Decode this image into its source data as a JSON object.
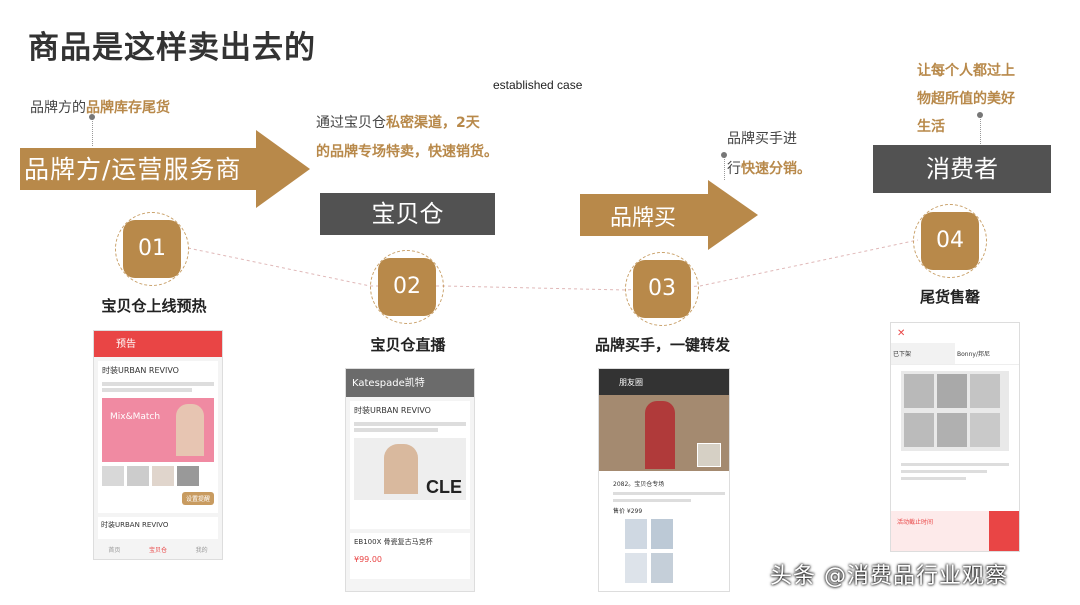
{
  "title": "商品是这样卖出去的",
  "subtitle": "established case",
  "flow": {
    "brand": {
      "note_pre": "品牌方的",
      "note_hl": "品牌库存尾货",
      "arrow_label": "品牌方/运营服务商"
    },
    "warehouse": {
      "note1_pre": "通过宝贝仓",
      "note1_hl": "私密渠道，2天",
      "note2_hl": "的品牌专场特卖，快速销货。",
      "box_label": "宝贝仓"
    },
    "buyer": {
      "note1": "品牌买手进",
      "note2_pre": "行",
      "note2_hl": "快速分销。",
      "arrow_label": "品牌买"
    },
    "consumer": {
      "note1": "让每个人都过上",
      "note2": "物超所值的美好",
      "note3": "生活",
      "box_label": "消费者"
    }
  },
  "steps": [
    {
      "num": "01",
      "label": "宝贝仓上线预热"
    },
    {
      "num": "02",
      "label": "宝贝仓直播"
    },
    {
      "num": "03",
      "label": "品牌买手，一键转发"
    },
    {
      "num": "04",
      "label": "尾货售罄"
    }
  ],
  "phones": {
    "p1": {
      "tab": "预告",
      "brand": "时装URBAN REVIVO",
      "banner": "Mix&Match",
      "btn": "设置提醒",
      "brand2": "时装URBAN REVIVO",
      "nav": [
        "首页",
        "宝贝仓",
        "我的"
      ]
    },
    "p2": {
      "header": "Katespade凯特",
      "brand": "时装URBAN REVIVO",
      "big": "CLE",
      "price": "¥99.00",
      "item": "EB100X 骨瓷复古马克杯"
    },
    "p3": {
      "header": "朋友圈",
      "line1": "2082。宝贝仓专场",
      "price": "售价 ¥299"
    },
    "p4": {
      "tab1": "已下架",
      "tab2": "Bonny/邦尼",
      "footer": "活动截止时间"
    }
  },
  "watermark": "头条 @消费品行业观察",
  "colors": {
    "gold": "#b8894a",
    "gray": "#525252",
    "red": "#e94545"
  }
}
